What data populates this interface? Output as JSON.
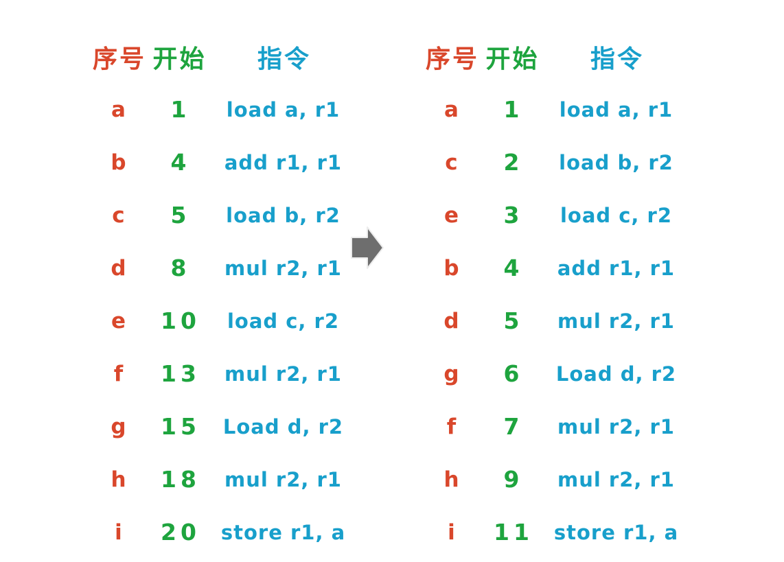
{
  "colors": {
    "id": "#d9472b",
    "start": "#1ea43e",
    "instruction": "#189fcb",
    "arrow": "#6e6e6e",
    "arrow_outline": "#ececec",
    "background": "#ffffff"
  },
  "headers": {
    "id": "序号",
    "start": "开始",
    "instruction": "指令"
  },
  "arrow": {
    "icon": "right-arrow"
  },
  "before": {
    "rows": [
      {
        "id": "a",
        "start": "1",
        "instruction": "load a, r1"
      },
      {
        "id": "b",
        "start": "4",
        "instruction": "add r1, r1"
      },
      {
        "id": "c",
        "start": "5",
        "instruction": "load b, r2"
      },
      {
        "id": "d",
        "start": "8",
        "instruction": "mul r2, r1"
      },
      {
        "id": "e",
        "start": "10",
        "instruction": "load c, r2"
      },
      {
        "id": "f",
        "start": "13",
        "instruction": "mul r2, r1"
      },
      {
        "id": "g",
        "start": "15",
        "instruction": "Load d, r2"
      },
      {
        "id": "h",
        "start": "18",
        "instruction": "mul r2, r1"
      },
      {
        "id": "i",
        "start": "20",
        "instruction": "store r1, a"
      }
    ]
  },
  "after": {
    "rows": [
      {
        "id": "a",
        "start": "1",
        "instruction": "load a, r1"
      },
      {
        "id": "c",
        "start": "2",
        "instruction": "load b, r2"
      },
      {
        "id": "e",
        "start": "3",
        "instruction": "load c, r2"
      },
      {
        "id": "b",
        "start": "4",
        "instruction": "add r1, r1"
      },
      {
        "id": "d",
        "start": "5",
        "instruction": "mul r2, r1"
      },
      {
        "id": "g",
        "start": "6",
        "instruction": "Load d, r2"
      },
      {
        "id": "f",
        "start": "7",
        "instruction": "mul r2, r1"
      },
      {
        "id": "h",
        "start": "9",
        "instruction": "mul r2, r1"
      },
      {
        "id": "i",
        "start": "11",
        "instruction": "store r1, a"
      }
    ]
  }
}
